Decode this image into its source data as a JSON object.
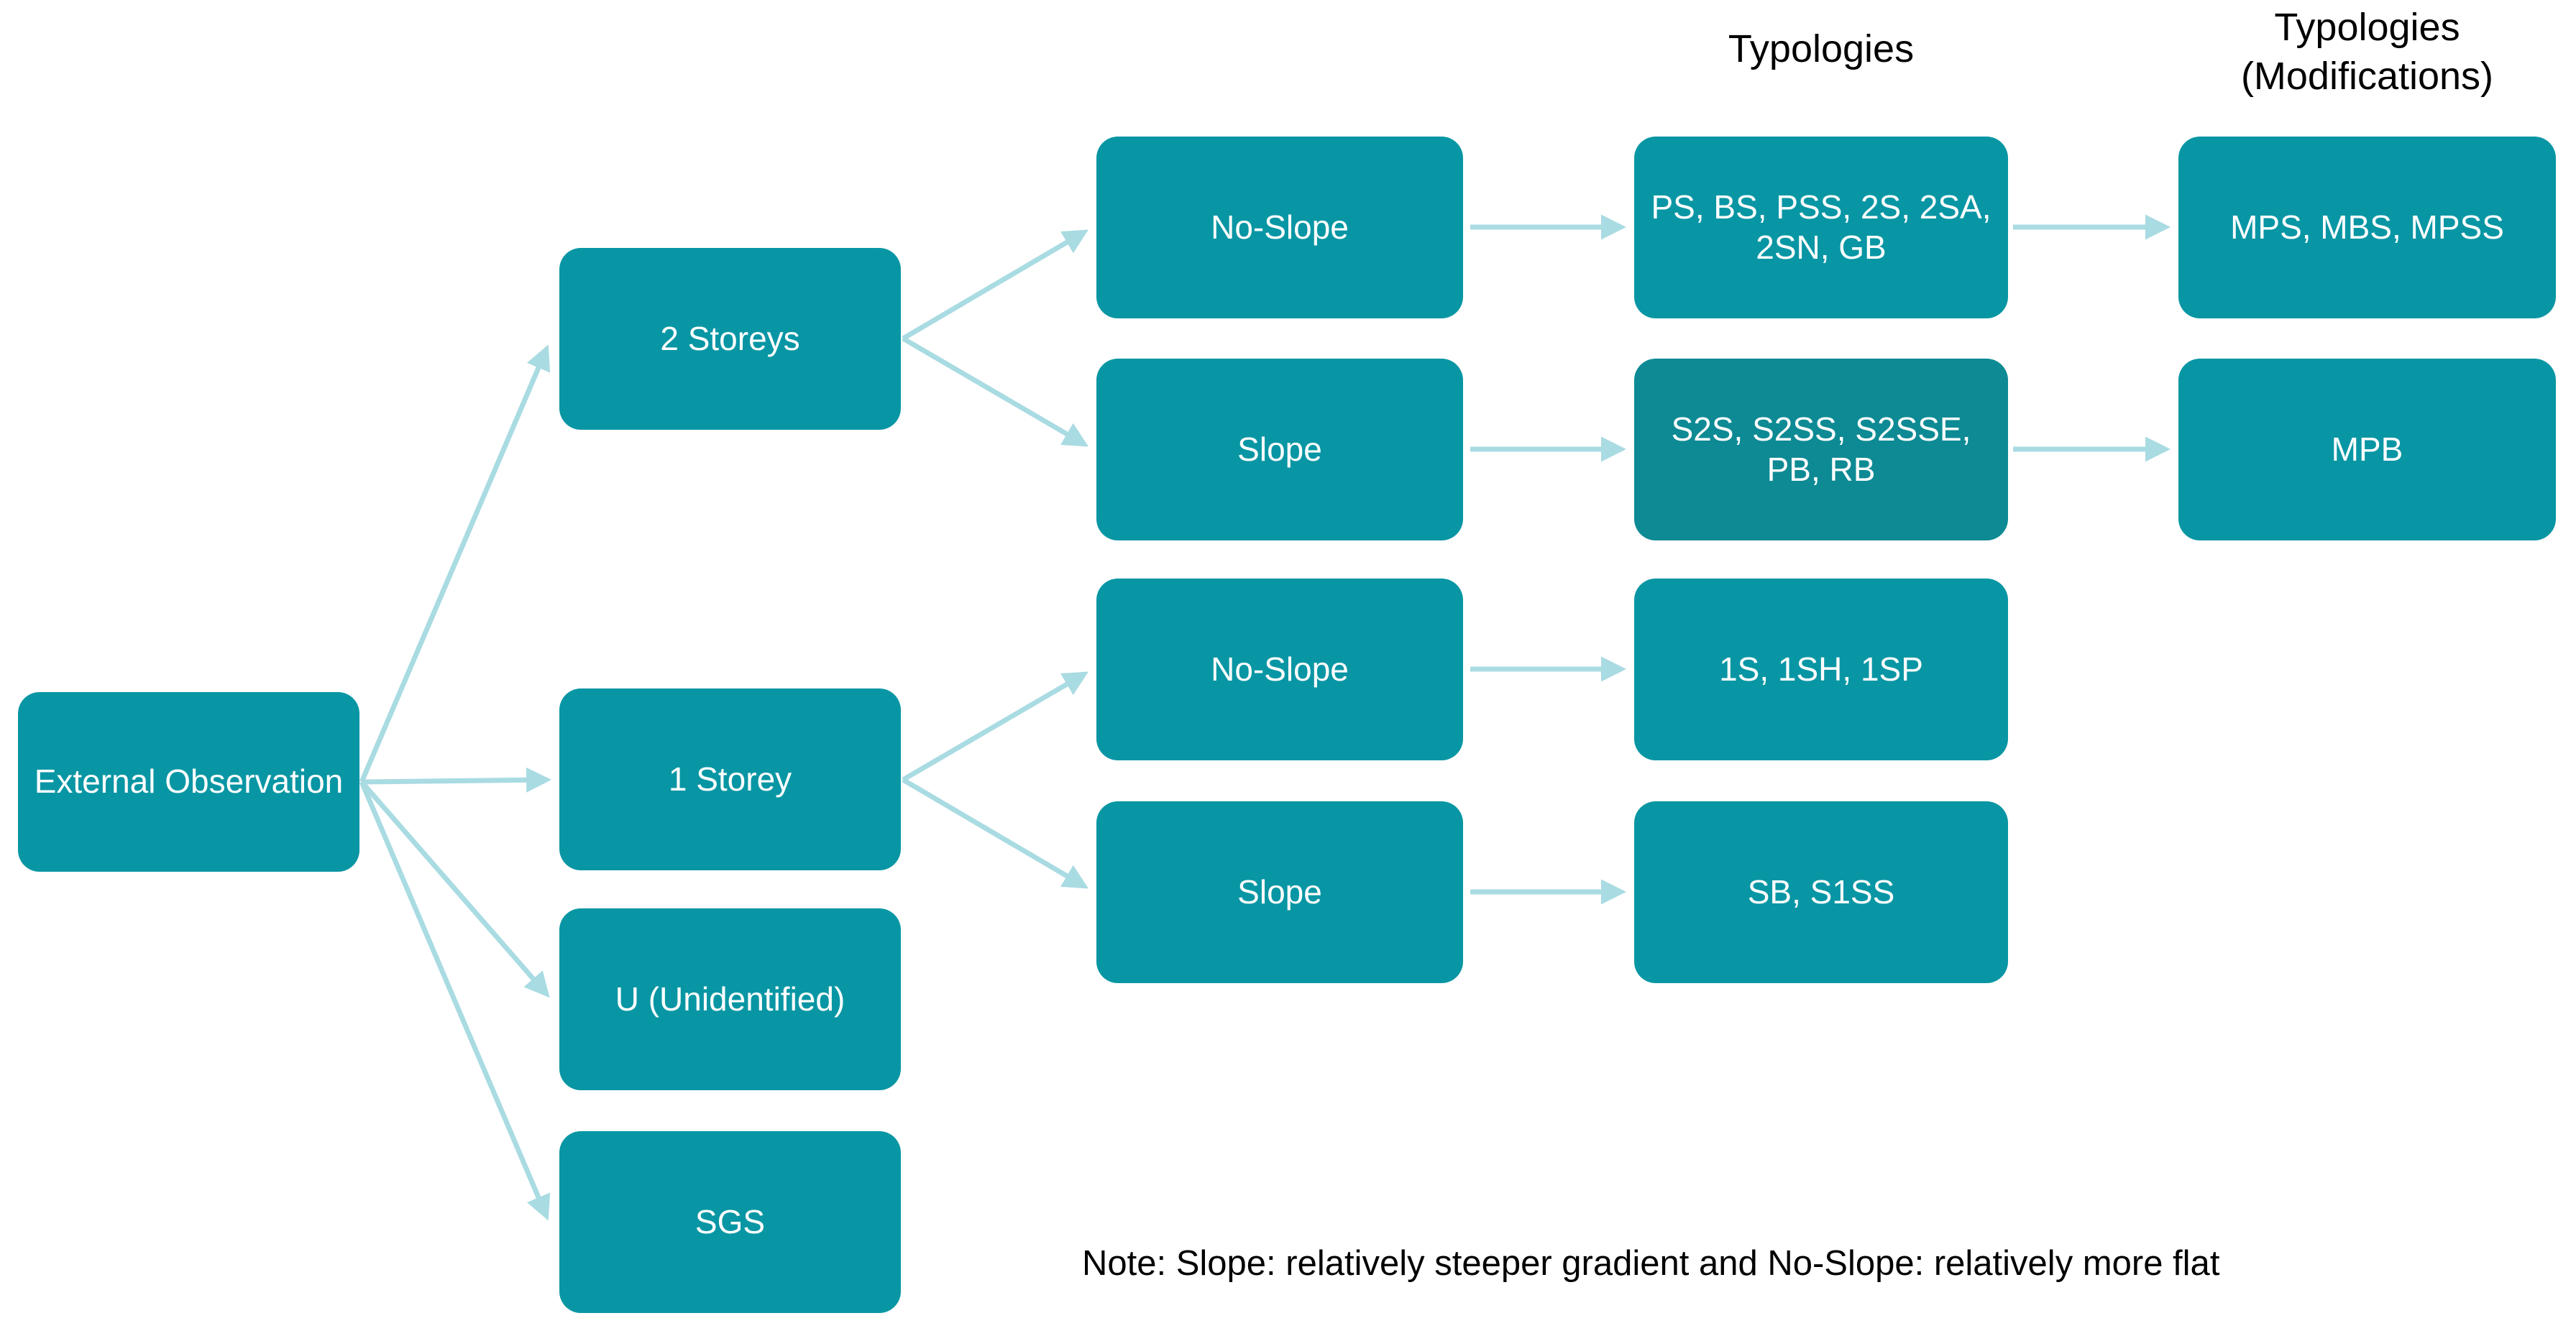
{
  "diagram": {
    "headers": {
      "typologies": "Typologies",
      "modifications_line1": "Typologies",
      "modifications_line2": "(Modifications)"
    },
    "root": {
      "label": "External Observation"
    },
    "level2": [
      {
        "label": "2 Storeys"
      },
      {
        "label": "1 Storey"
      },
      {
        "label": "U (Unidentified)"
      },
      {
        "label": "SGS"
      }
    ],
    "level3": [
      {
        "label": "No-Slope"
      },
      {
        "label": "Slope"
      },
      {
        "label": "No-Slope"
      },
      {
        "label": "Slope"
      }
    ],
    "typologies": [
      {
        "label": "PS, BS, PSS, 2S, 2SA, 2SN, GB"
      },
      {
        "label": "S2S, S2SS, S2SSE, PB, RB"
      },
      {
        "label": "1S, 1SH, 1SP"
      },
      {
        "label": "SB, S1SS"
      }
    ],
    "modifications": [
      {
        "label": "MPS, MBS, MPSS"
      },
      {
        "label": "MPB"
      }
    ],
    "note": "Note: Slope: relatively steeper gradient and No-Slope: relatively more flat",
    "colors": {
      "box": "#0996a4",
      "box_dark": "#0d8a94",
      "arrow": "#a9dbe2",
      "box_text": "#ffffff",
      "heading": "#000000"
    }
  }
}
